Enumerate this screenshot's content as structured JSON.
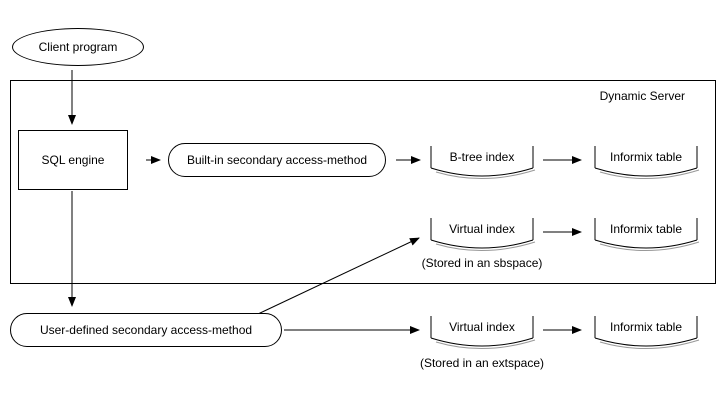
{
  "diagram": {
    "server_label": "Dynamic Server",
    "nodes": {
      "client_program": {
        "label": "Client program"
      },
      "sql_engine": {
        "label": "SQL engine"
      },
      "builtin_access_method": {
        "label": "Built-in secondary access-method"
      },
      "user_defined_access_method": {
        "label": "User-defined secondary access-method"
      },
      "btree_index": {
        "label": "B-tree index"
      },
      "informix_table_1": {
        "label": "Informix table"
      },
      "virtual_index_sbspace": {
        "label": "Virtual index",
        "note": "(Stored in an sbspace)"
      },
      "informix_table_2": {
        "label": "Informix table"
      },
      "virtual_index_extspace": {
        "label": "Virtual index",
        "note": "(Stored in an extspace)"
      },
      "informix_table_3": {
        "label": "Informix table"
      }
    },
    "connections": [
      {
        "from": "client_program",
        "to": "sql_engine"
      },
      {
        "from": "sql_engine",
        "to": "builtin_access_method"
      },
      {
        "from": "builtin_access_method",
        "to": "btree_index"
      },
      {
        "from": "btree_index",
        "to": "informix_table_1"
      },
      {
        "from": "virtual_index_sbspace",
        "to": "informix_table_2"
      },
      {
        "from": "sql_engine",
        "to": "user_defined_access_method"
      },
      {
        "from": "user_defined_access_method",
        "to": "virtual_index_sbspace"
      },
      {
        "from": "user_defined_access_method",
        "to": "virtual_index_extspace"
      },
      {
        "from": "virtual_index_extspace",
        "to": "informix_table_3"
      }
    ],
    "colors": {
      "line": "#000000",
      "shadow": "#999999",
      "background": "#ffffff"
    }
  }
}
